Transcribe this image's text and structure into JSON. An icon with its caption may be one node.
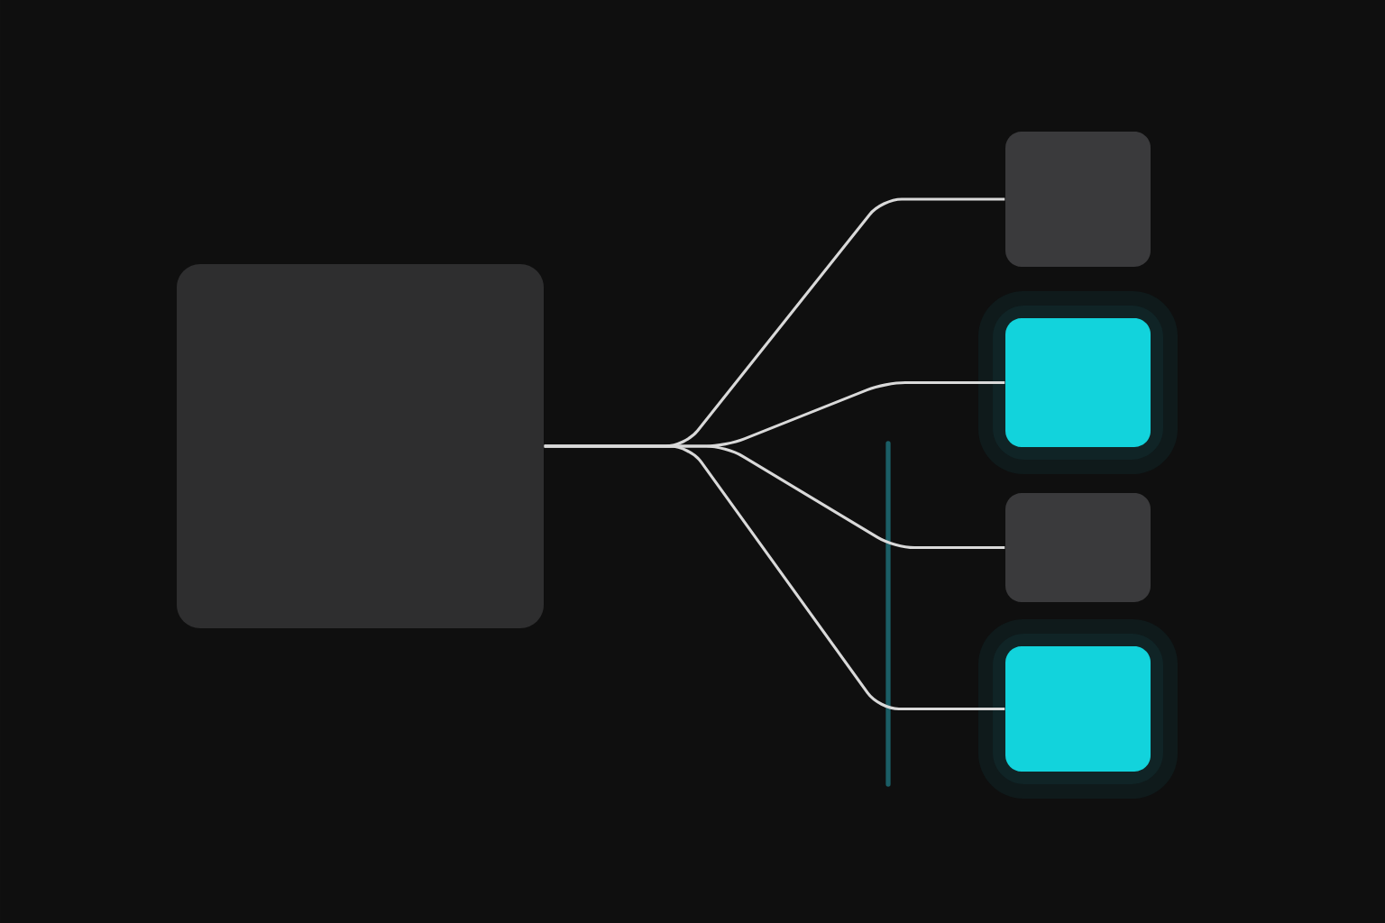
{
  "diagram": {
    "nodes": [
      {
        "text": [],
        "shape": "box"
      },
      {
        "text": [],
        "shape": "box"
      },
      {
        "text": [],
        "shape": "box"
      },
      {
        "text": [],
        "shape": "box"
      },
      {
        "text": [],
        "shape": "box"
      }
    ],
    "edges": [
      {
        "from": 0,
        "to": 1,
        "arrow": "none"
      },
      {
        "from": 0,
        "to": 2,
        "arrow": "none"
      },
      {
        "from": 0,
        "to": 3,
        "arrow": "none"
      },
      {
        "from": 0,
        "to": 4,
        "arrow": "none"
      }
    ]
  }
}
